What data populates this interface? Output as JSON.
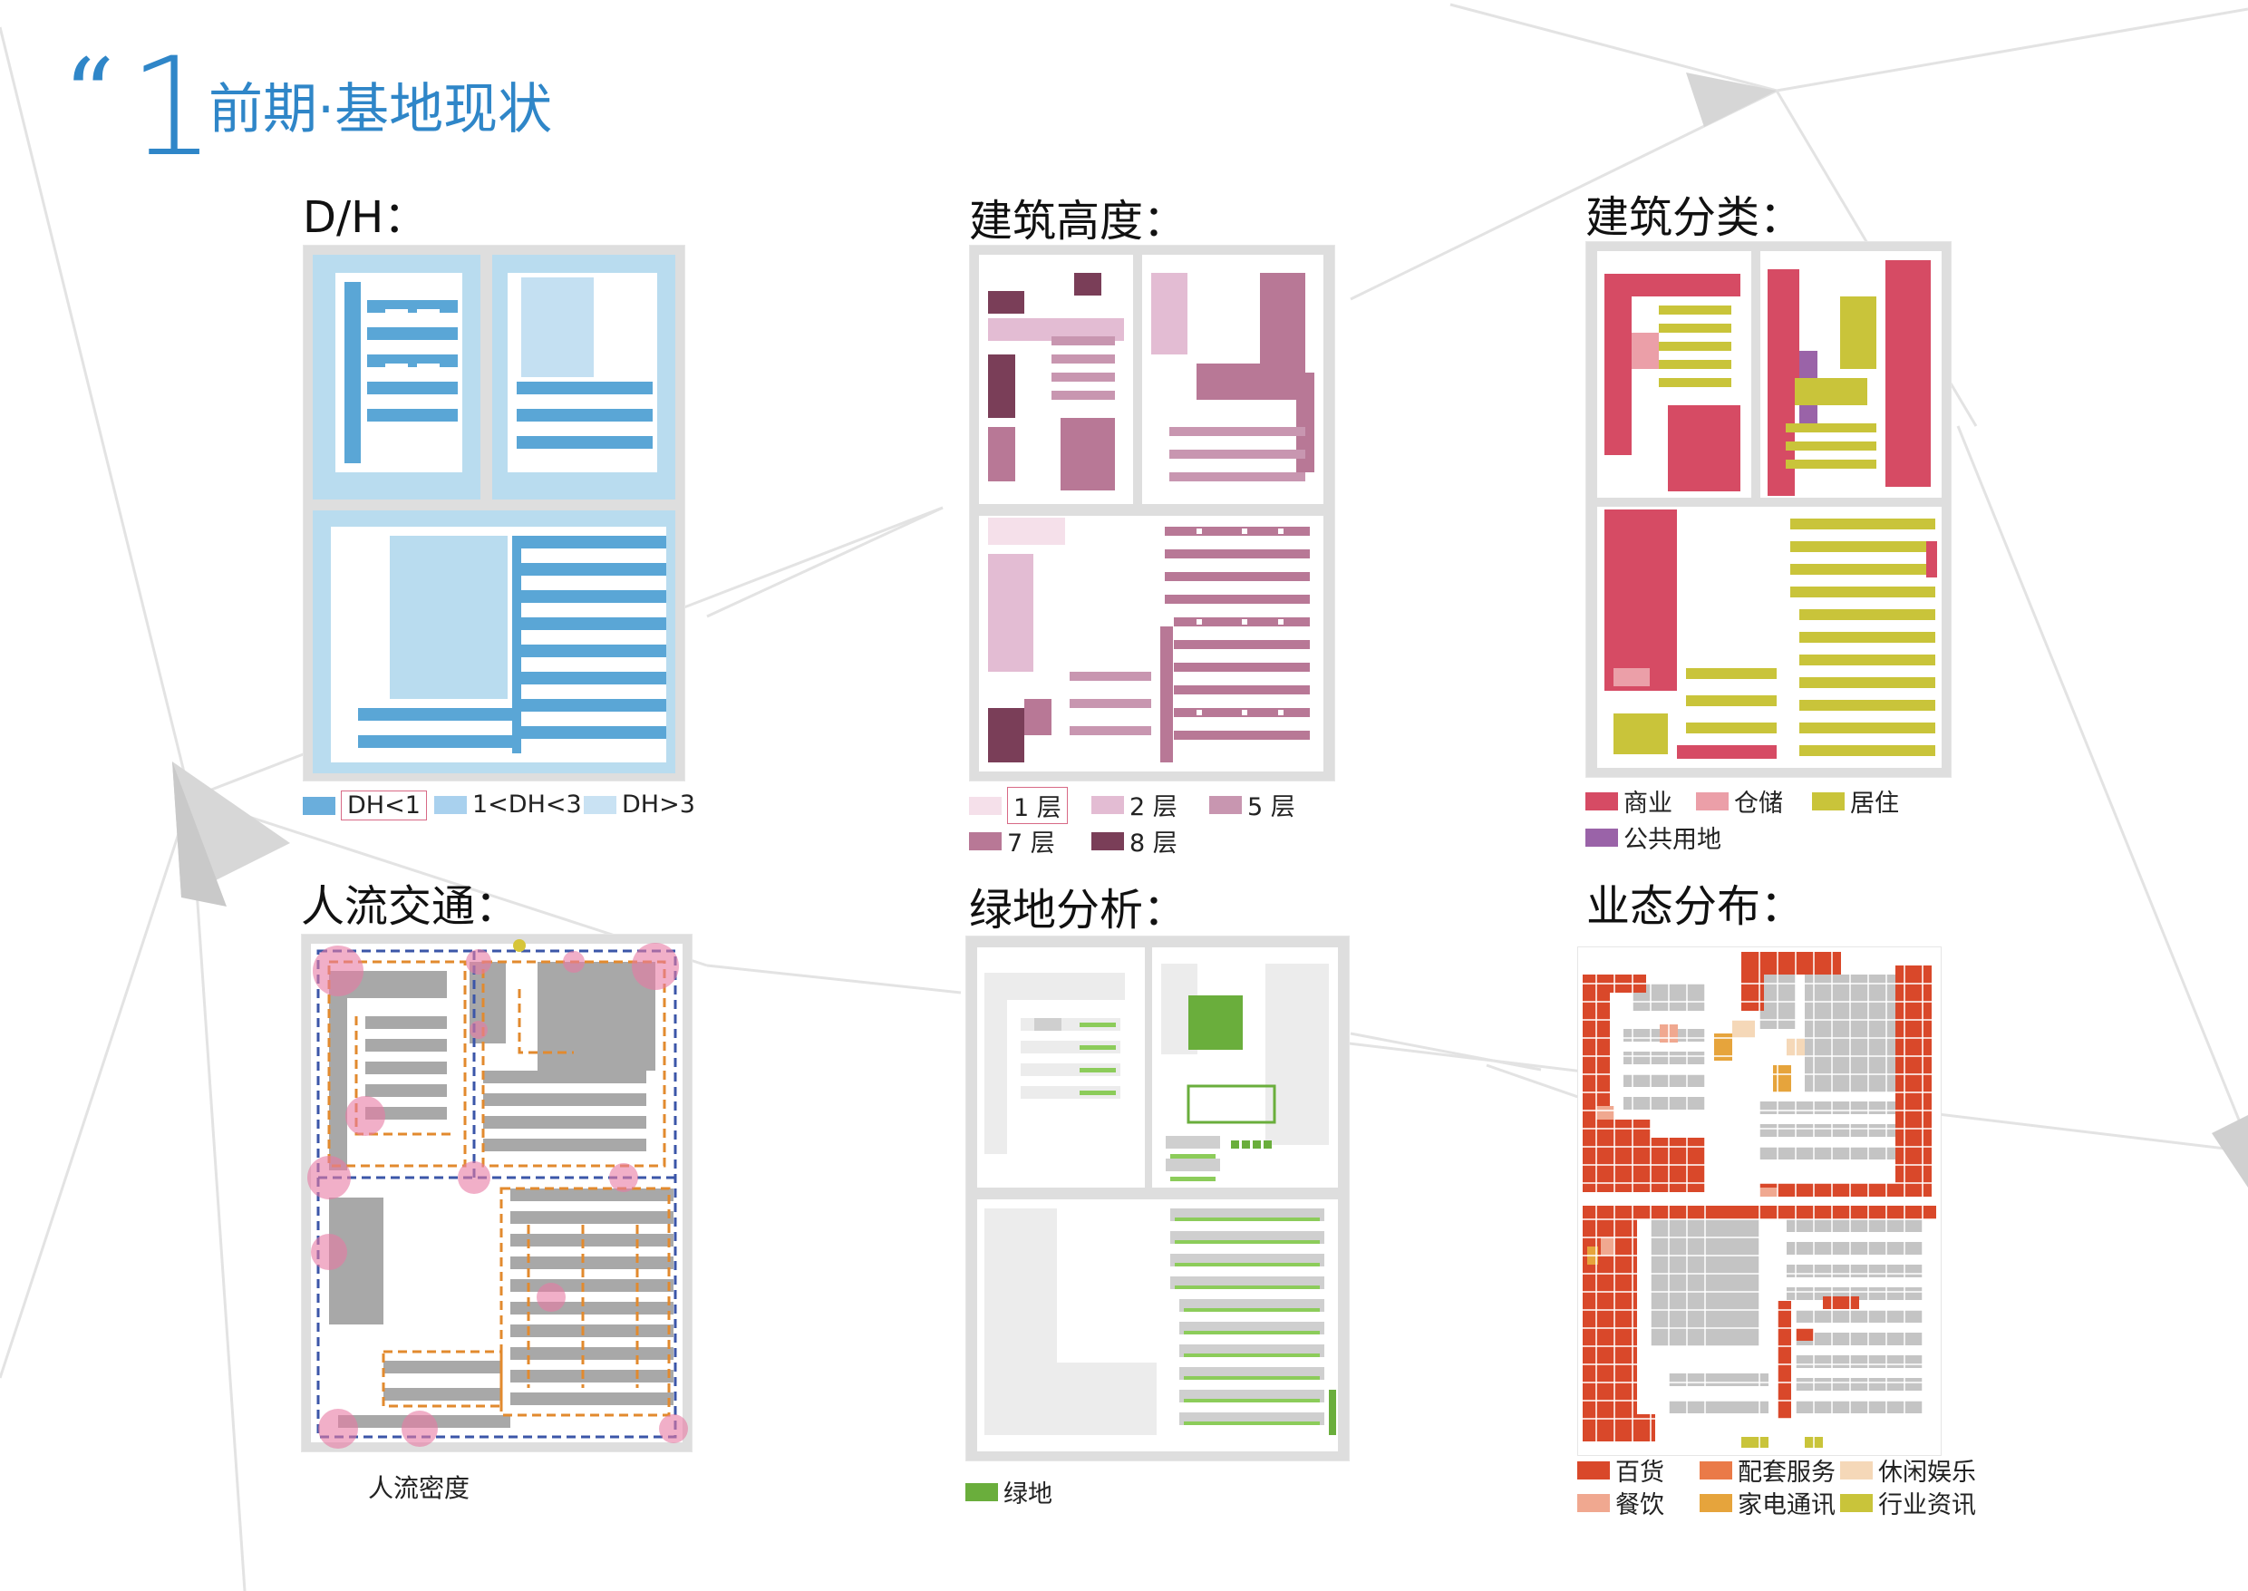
{
  "header": {
    "quote_mark": "“",
    "chapter_number": "1",
    "title": "前期·基地现状"
  },
  "panels": {
    "dh": {
      "title": "D/H：",
      "legend": [
        {
          "label": "DH<1",
          "color": "#6aaedc",
          "boxed": true
        },
        {
          "label": "1<DH<3",
          "color": "#a9d1ee",
          "boxed": false
        },
        {
          "label": "DH>3",
          "color": "#c9e2f3",
          "boxed": false
        }
      ]
    },
    "height": {
      "title": "建筑高度：",
      "legend": [
        {
          "label": "1 层",
          "color": "#f5e0ea",
          "boxed": true
        },
        {
          "label": "2 层",
          "color": "#e3bcd3",
          "boxed": false
        },
        {
          "label": "5 层",
          "color": "#c896b0",
          "boxed": false
        },
        {
          "label": "7 层",
          "color": "#b87896",
          "boxed": false
        },
        {
          "label": "8 层",
          "color": "#7a3e58",
          "boxed": false
        }
      ]
    },
    "category": {
      "title": "建筑分类：",
      "legend": [
        {
          "label": "商业",
          "color": "#d64b64",
          "boxed": false
        },
        {
          "label": "仓储",
          "color": "#eb9fa8",
          "boxed": false
        },
        {
          "label": "居住",
          "color": "#c9c43a",
          "boxed": false
        },
        {
          "label": "公共用地",
          "color": "#9a63a8",
          "boxed": false
        }
      ]
    },
    "traffic": {
      "title": "人流交通：",
      "caption": "人流密度"
    },
    "green": {
      "title": "绿地分析：",
      "legend": [
        {
          "label": "绿地",
          "color": "#6aae3c",
          "boxed": false
        }
      ]
    },
    "business": {
      "title": "业态分布：",
      "legend": [
        {
          "label": "百货",
          "color": "#d9482a",
          "boxed": false
        },
        {
          "label": "配套服务",
          "color": "#ea7a48",
          "boxed": false
        },
        {
          "label": "休闲娱乐",
          "color": "#f5d8b8",
          "boxed": false
        },
        {
          "label": "餐饮",
          "color": "#f0a890",
          "boxed": false
        },
        {
          "label": "家电通讯",
          "color": "#e6a43c",
          "boxed": false
        },
        {
          "label": "行业资讯",
          "color": "#c9c43a",
          "boxed": false
        }
      ]
    }
  }
}
